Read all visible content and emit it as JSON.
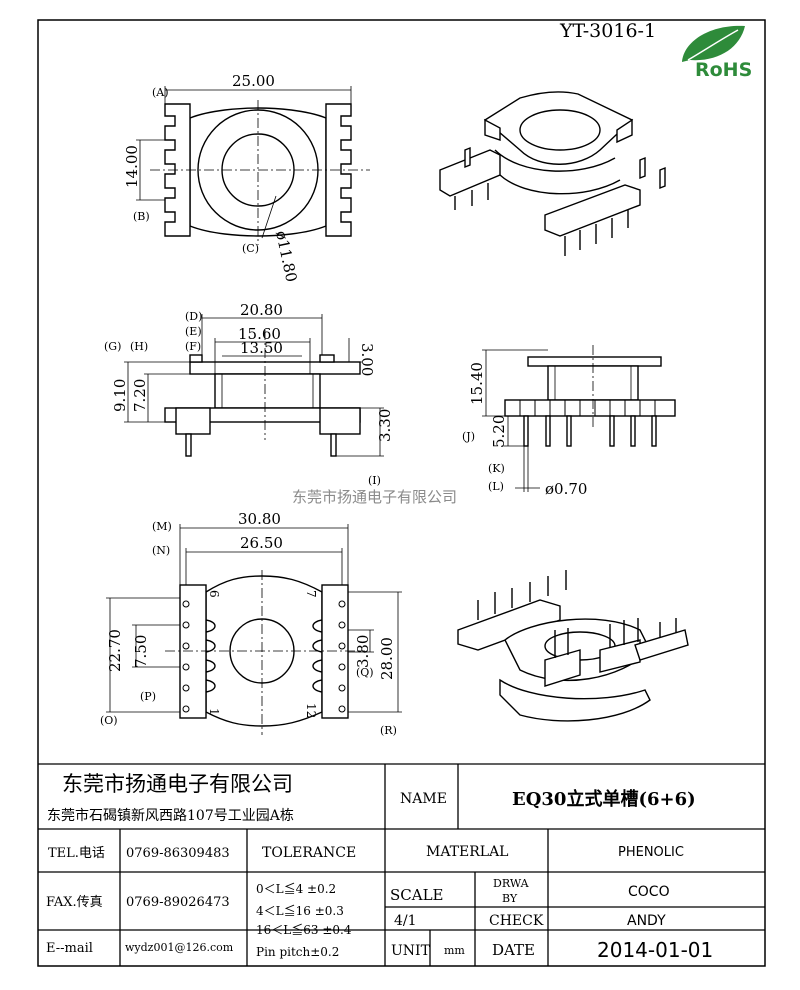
{
  "header": {
    "part_number": "YT-3016-1",
    "rohs_logo": "RoHS"
  },
  "views": {
    "top": {
      "labels": {
        "A": "(A)",
        "B": "(B)",
        "C": "(C)"
      },
      "dim_width": "25.00",
      "dim_height": "14.00",
      "dim_diameter": "ø11.80"
    },
    "side": {
      "labels": {
        "D": "(D)",
        "E": "(E)",
        "F": "(F)",
        "G": "(G)",
        "H": "(H)",
        "I": "(I)"
      },
      "dim_d": "20.80",
      "dim_e": "15.60",
      "dim_f": "13.50",
      "dim_top": "3.00",
      "dim_g": "9.10",
      "dim_h": "7.20",
      "dim_pin": "3.30"
    },
    "front": {
      "labels": {
        "J": "(J)",
        "K": "(K)",
        "L": "(L)"
      },
      "dim_height": "15.40",
      "dim_pin_len": "5.20",
      "dim_pin_dia": "ø0.70"
    },
    "bottom": {
      "labels": {
        "M": "(M)",
        "N": "(N)",
        "O": "(O)",
        "P": "(P)",
        "Q": "(Q)",
        "R": "(R)"
      },
      "dim_m": "30.80",
      "dim_n": "26.50",
      "dim_o": "22.70",
      "dim_p": "7.50",
      "dim_q": "3.80",
      "dim_r": "28.00",
      "pin_1": "1",
      "pin_6": "6",
      "pin_7": "7",
      "pin_12": "12"
    }
  },
  "watermark": "东莞市扬通电子有限公司",
  "title_block": {
    "company": "东莞市扬通电子有限公司",
    "address": "东莞市石碣镇新风西路107号工业园A栋",
    "name_label": "NAME",
    "name_value": "EQ30立式单槽(6+6)",
    "tel_label": "TEL.电话",
    "tel_value": "0769-86309483",
    "fax_label": "FAX.传真",
    "fax_value": "0769-89026473",
    "email_label": "E--mail",
    "email_value": "wydz001@126.com",
    "tolerance_label": "TOLERANCE",
    "tol_1": "0＜L≦4   ±0.2",
    "tol_2": "4＜L≦16  ±0.3",
    "tol_3": "16＜L≦63 ±0.4",
    "tol_4": "Pin pitch±0.2",
    "material_label": "MATERLAL",
    "material_value": "PHENOLIC",
    "scale_label": "SCALE",
    "scale_value": "4/1",
    "drwa_label_1": "DRWA",
    "drwa_label_2": "BY",
    "drwa_value": "COCO",
    "check_label": "CHECK",
    "check_value": "ANDY",
    "unit_label": "UNIT",
    "unit_value": "mm",
    "date_label": "DATE",
    "date_value": "2014-01-01"
  }
}
